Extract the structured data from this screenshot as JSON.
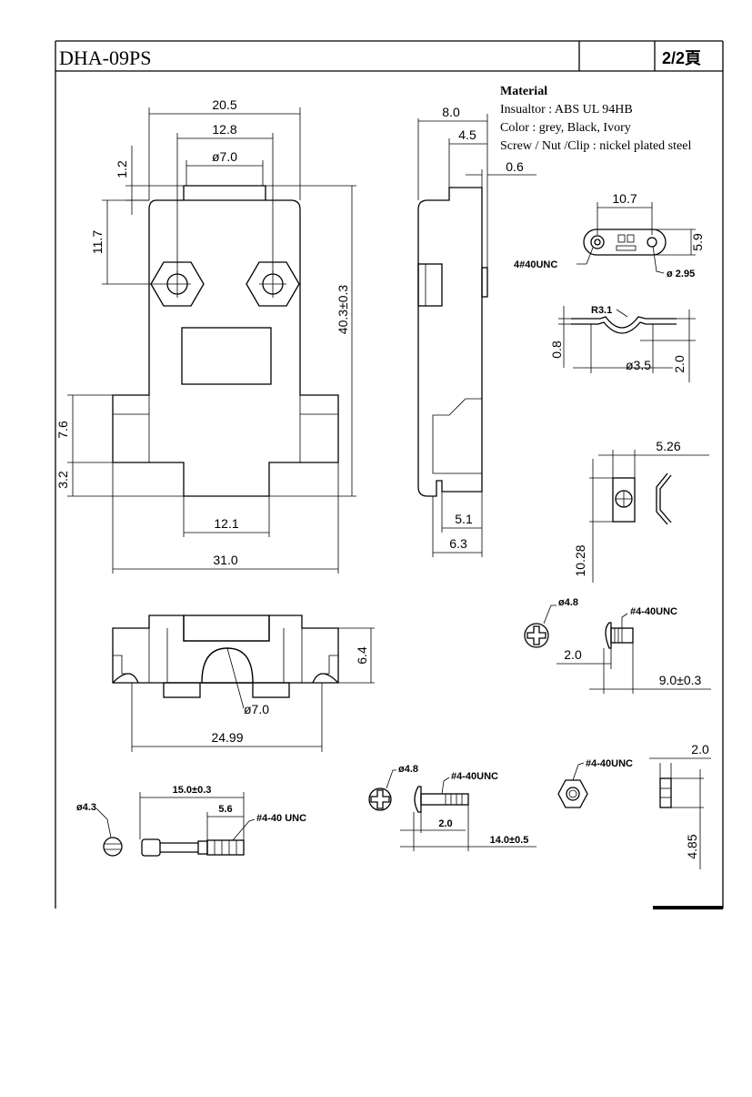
{
  "header": {
    "part_number": "DHA-09PS",
    "page": "2/2頁"
  },
  "material": {
    "title": "Material",
    "lines": [
      "Insualtor : ABS UL 94HB",
      "Color : grey, Black, Ivory",
      "Screw / Nut /Clip : nickel plated steel"
    ]
  },
  "front_view": {
    "d_width_top": "20.5",
    "d_holes": "12.8",
    "d_cable": "ø7.0",
    "d_top_step": "1.2",
    "d_hole_height": "11.7",
    "d_length": "40.3±0.3",
    "d_flange": "7.6",
    "d_flange_bottom": "3.2",
    "d_bottom_width": "12.1",
    "d_total_width": "31.0"
  },
  "side_view": {
    "d_depth": "8.0",
    "d_depth2": "4.5",
    "d_wall": "0.6",
    "d_b1": "5.1",
    "d_b2": "6.3"
  },
  "clip_top": {
    "d_span": "10.7",
    "d_height": "5.9",
    "thread": "4#40UNC",
    "hole": "ø 2.95"
  },
  "clip_side": {
    "radius": "R3.1",
    "d_thick": "0.8",
    "d_dia": "ø3.5",
    "d_height": "2.0"
  },
  "clip_small": {
    "d_width": "5.26",
    "d_height": "10.28"
  },
  "screw_short": {
    "head": "ø4.8",
    "thread": "#4-40UNC",
    "d_head": "2.0",
    "d_len": "9.0±0.3"
  },
  "bottom_view": {
    "d_height": "6.4",
    "d_cable": "ø7.0",
    "d_width": "24.99"
  },
  "jackscrew": {
    "head": "ø4.3",
    "d_len": "15.0±0.3",
    "d_thread": "5.6",
    "thread": "#4-40 UNC"
  },
  "screw_long": {
    "head": "ø4.8",
    "thread": "#4-40UNC",
    "d_head": "2.0",
    "d_len": "14.0±0.5"
  },
  "nut": {
    "thread": "#4-40UNC",
    "d_thick": "2.0",
    "d_width": "4.85"
  }
}
